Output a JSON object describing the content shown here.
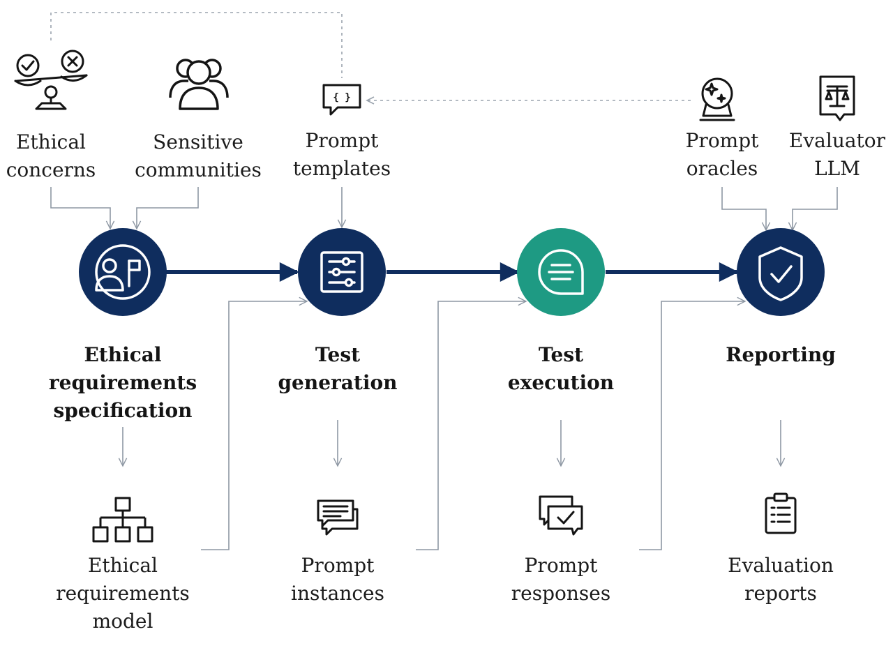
{
  "inputs": {
    "ethical_concerns": [
      "Ethical",
      "concerns"
    ],
    "sensitive_communities": [
      "Sensitive",
      "communities"
    ],
    "prompt_templates": [
      "Prompt",
      "templates"
    ],
    "prompt_oracles": [
      "Prompt",
      "oracles"
    ],
    "evaluator_llm": [
      "Evaluator",
      "LLM"
    ]
  },
  "stages": {
    "ethical_requirements_specification": [
      "Ethical",
      "requirements",
      "specification"
    ],
    "test_generation": [
      "Test",
      "generation"
    ],
    "test_execution": [
      "Test",
      "execution"
    ],
    "reporting": [
      "Reporting"
    ]
  },
  "outputs": {
    "ethical_requirements_model": [
      "Ethical",
      "requirements",
      "model"
    ],
    "prompt_instances": [
      "Prompt",
      "instances"
    ],
    "prompt_responses": [
      "Prompt",
      "responses"
    ],
    "evaluation_reports": [
      "Evaluation",
      "reports"
    ]
  },
  "icons": {
    "template_glyph": "{ }"
  },
  "colors": {
    "stage_navy": "#0f2d5e",
    "stage_teal": "#1e9a83",
    "connector_gray": "#8d97a3",
    "text": "#1c1c1c"
  }
}
